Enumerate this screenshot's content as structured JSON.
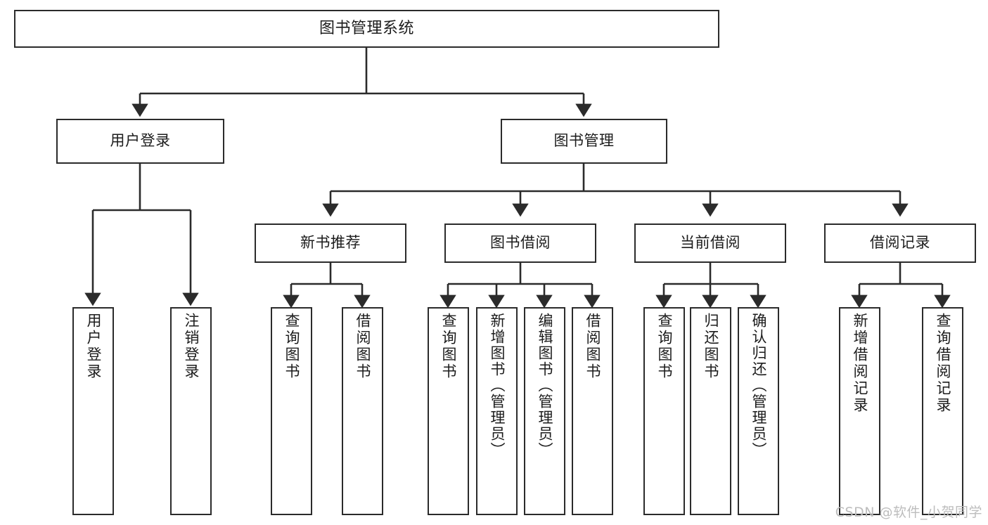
{
  "diagram": {
    "title": "图书管理系统",
    "type": "tree",
    "orientation": "top-down",
    "colors": {
      "box_border": "#2b2b2b",
      "box_fill": "#ffffff",
      "connector": "#2b2b2b",
      "text": "#1c1c1c",
      "watermark": "#bdbdbd",
      "background": "#ffffff"
    },
    "root": {
      "id": "root",
      "label": "图书管理系统"
    },
    "level2": [
      {
        "id": "user-login",
        "label": "用户登录"
      },
      {
        "id": "book-manage",
        "label": "图书管理"
      }
    ],
    "level3": [
      {
        "id": "new-book-rec",
        "label": "新书推荐",
        "parent": "book-manage"
      },
      {
        "id": "book-borrow",
        "label": "图书借阅",
        "parent": "book-manage"
      },
      {
        "id": "current-borrow",
        "label": "当前借阅",
        "parent": "book-manage"
      },
      {
        "id": "borrow-record",
        "label": "借阅记录",
        "parent": "book-manage"
      }
    ],
    "leaves": {
      "user-login": [
        {
          "id": "leaf-user-login",
          "label": "用户登录"
        },
        {
          "id": "leaf-user-logout",
          "label": "注销登录"
        }
      ],
      "new-book-rec": [
        {
          "id": "leaf-query-book-1",
          "label": "查询图书"
        },
        {
          "id": "leaf-borrow-book-1",
          "label": "借阅图书"
        }
      ],
      "book-borrow": [
        {
          "id": "leaf-query-book-2",
          "label": "查询图书"
        },
        {
          "id": "leaf-add-book",
          "label": "新增图书（管理员）"
        },
        {
          "id": "leaf-edit-book",
          "label": "编辑图书（管理员）"
        },
        {
          "id": "leaf-borrow-book-2",
          "label": "借阅图书"
        }
      ],
      "current-borrow": [
        {
          "id": "leaf-query-book-3",
          "label": "查询图书"
        },
        {
          "id": "leaf-return-book",
          "label": "归还图书"
        },
        {
          "id": "leaf-confirm-return",
          "label": "确认归还（管理员）"
        }
      ],
      "borrow-record": [
        {
          "id": "leaf-add-record",
          "label": "新增借阅记录"
        },
        {
          "id": "leaf-query-record",
          "label": "查询借阅记录"
        }
      ]
    }
  },
  "watermark": {
    "text": "CSDN @软件_小贺同学"
  }
}
